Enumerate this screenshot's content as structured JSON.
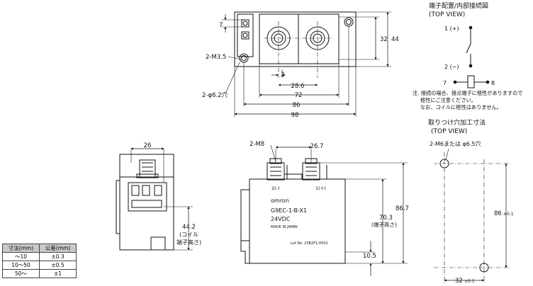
{
  "top_view_dims": {
    "h32": "32",
    "h44": "44",
    "m35": "2-M3.5",
    "d2": "2",
    "d286": "28.6",
    "d72": "72",
    "d86": "86",
    "d98": "98",
    "phi62": "2-φ6.2穴",
    "small7": "7"
  },
  "front_left": {
    "w26": "26",
    "h442": "44.2",
    "h442_note1": "(コイル",
    "h442_note2": "端子高さ)"
  },
  "front_right": {
    "m8": "2-M8",
    "w267": "26.7",
    "term2": "2(-)",
    "term1": "1(+)",
    "brand": "omron",
    "model": "G9EC-1-B-X1",
    "voltage": "24VDC",
    "made": "MADE IN JAPAN",
    "lot": "Lot No. 23B2F1-0001",
    "h703": "70.3",
    "h703_note": "(端子高さ)",
    "h867": "86.7",
    "h105": "10.5"
  },
  "terminal_layout": {
    "title": "端子配置/内部接続図",
    "subtitle": "(TOP VIEW)",
    "t1": "1 (+)",
    "t2": "2 (−)",
    "t7": "7",
    "t8": "8",
    "note1": "注. 接続の場合、接点端子に極性がありますので",
    "note2": "極性にご注意ください。",
    "note3": "なお、コイルに極性はありません。"
  },
  "mounting": {
    "title": "取りつけ穴加工寸法",
    "subtitle": "(TOP VIEW)",
    "hole": "2-M6または φ6.5穴",
    "h86": "86",
    "h86_tol": "±0.1",
    "w32": "32",
    "w32_tol": "±0.1"
  },
  "tolerance_table": {
    "headers": [
      "寸法(mm)",
      "公差(mm)"
    ],
    "rows": [
      [
        "〜10",
        "±0.3"
      ],
      [
        "10〜50",
        "±0.5"
      ],
      [
        "50〜",
        "±1"
      ]
    ]
  }
}
